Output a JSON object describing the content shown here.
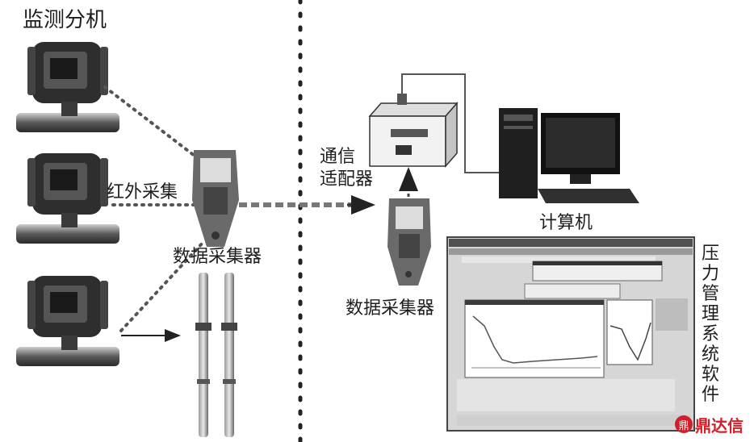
{
  "labels": {
    "monitor_units": "监测分机",
    "infrared": "红外采集",
    "collector_left": "数据采集器",
    "adapter_line1": "通信",
    "adapter_line2": "适配器",
    "collector_right": "数据采集器",
    "computer": "计算机",
    "software": [
      "压",
      "力",
      "管",
      "理",
      "系",
      "统",
      "软",
      "件"
    ]
  },
  "watermark": {
    "mark_char": "鼎",
    "text": "鼎达信"
  }
}
